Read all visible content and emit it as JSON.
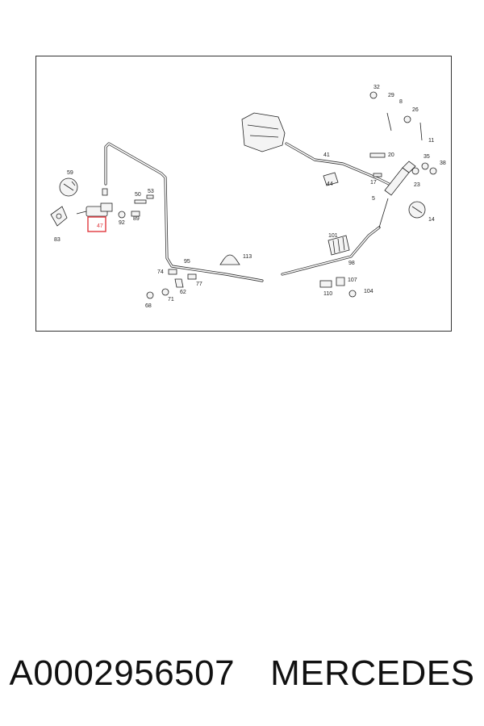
{
  "diagram": {
    "highlight_color": "#e0393e",
    "highlighted_part": "47",
    "callouts": [
      "32",
      "29",
      "8",
      "26",
      "11",
      "41",
      "20",
      "35",
      "38",
      "44",
      "17",
      "23",
      "5",
      "14",
      "59",
      "53",
      "50",
      "92",
      "89",
      "83",
      "47",
      "101",
      "113",
      "95",
      "98",
      "74",
      "77",
      "62",
      "110",
      "107",
      "104",
      "68",
      "71"
    ]
  },
  "caption": {
    "part_number": "A0002956507",
    "brand": "MERCEDES"
  }
}
